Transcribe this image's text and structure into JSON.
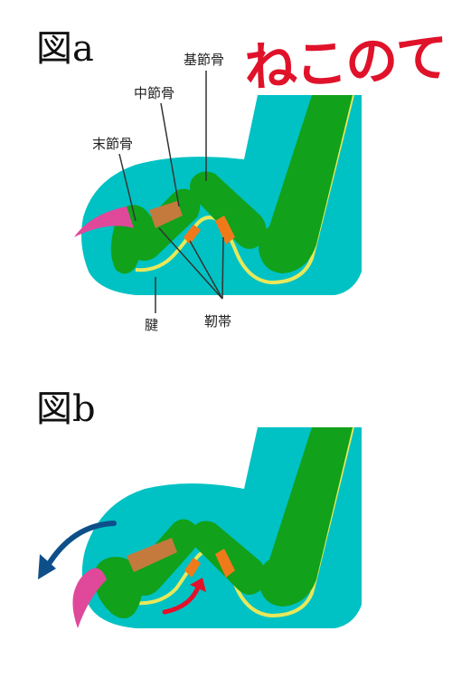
{
  "figure_a": {
    "label": "図a",
    "title": "ねこのて",
    "labels": {
      "kisetsukotsu": "基節骨",
      "chusetsukotsu": "中節骨",
      "massetsukotsu": "末節骨",
      "ken": "腱",
      "jintai": "靭帯"
    }
  },
  "figure_b": {
    "label": "図b"
  },
  "colors": {
    "skin": "#00c2c4",
    "bone": "#11a11b",
    "bone_dark": "#0c8c14",
    "claw": "#e0489a",
    "ligament_brown": "#c47a3c",
    "ligament_orange": "#f07a1a",
    "tendon": "#e8e85a",
    "arrow_blue": "#0e4f8a",
    "arrow_red": "#e3112a",
    "title_red": "#e0122a"
  }
}
